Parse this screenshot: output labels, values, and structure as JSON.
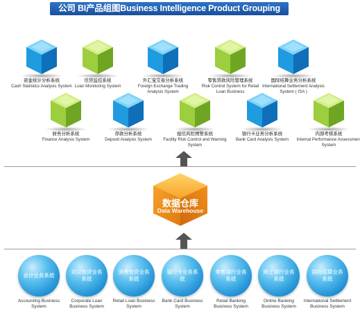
{
  "title": "公司 BI产品组图Business Intelligence Product Grouping",
  "colors": {
    "cube_blue": "#1a8fd8",
    "cube_green": "#8cc43a",
    "warehouse_orange": "#f39a1e",
    "system_blue": "#1f8fd6",
    "title_bar": "#235fae",
    "arrow_gray": "#555555"
  },
  "products_row1": [
    {
      "cn": "资金统计分析系统",
      "en": "Cash Statistics Analysis System",
      "color": "blue"
    },
    {
      "cn": "信贷监控系统",
      "en": "Loan Monitoring System",
      "color": "green"
    },
    {
      "cn": "外汇宝交易分析系统",
      "en": "Foreign Exchange Trading Analysis System",
      "color": "blue"
    },
    {
      "cn": "零售贷款风险管理系统",
      "en": "Risk Control System for Retail Loan Business",
      "color": "green"
    },
    {
      "cn": "国际结算业务分析系统",
      "en": "International Settlement Analysis System ( ISA )",
      "color": "blue"
    }
  ],
  "products_row2": [
    {
      "cn": "财务分析系统",
      "en": "Finance Analysis System",
      "color": "green"
    },
    {
      "cn": "存款分析系统",
      "en": "Deposit Analysis System",
      "color": "blue"
    },
    {
      "cn": "授信风险预警系统",
      "en": "Facility Risk Control and Warning System",
      "color": "green"
    },
    {
      "cn": "银行卡业务分析系统",
      "en": "Bank Card Analysis System",
      "color": "blue"
    },
    {
      "cn": "内部考核系统",
      "en": "Internal Performance Assessment System",
      "color": "green"
    }
  ],
  "warehouse": {
    "cn": "数据仓库",
    "en": "Data Warehouse"
  },
  "source_systems": [
    {
      "cn": "会计业务系统",
      "en": "Accounting Business System"
    },
    {
      "cn": "对公信贷业务系统",
      "en": "Corporate Loan Business System"
    },
    {
      "cn": "消费信贷业务系统",
      "en": "Retail Loan Business System"
    },
    {
      "cn": "银行卡业务系统",
      "en": "Bank Card Business System"
    },
    {
      "cn": "零售银行业务系统",
      "en": "Retail Banking Business System"
    },
    {
      "cn": "网上银行业务系统",
      "en": "Online Banking Business System"
    },
    {
      "cn": "国际结算业务系统",
      "en": "International Settlement Business System"
    }
  ]
}
